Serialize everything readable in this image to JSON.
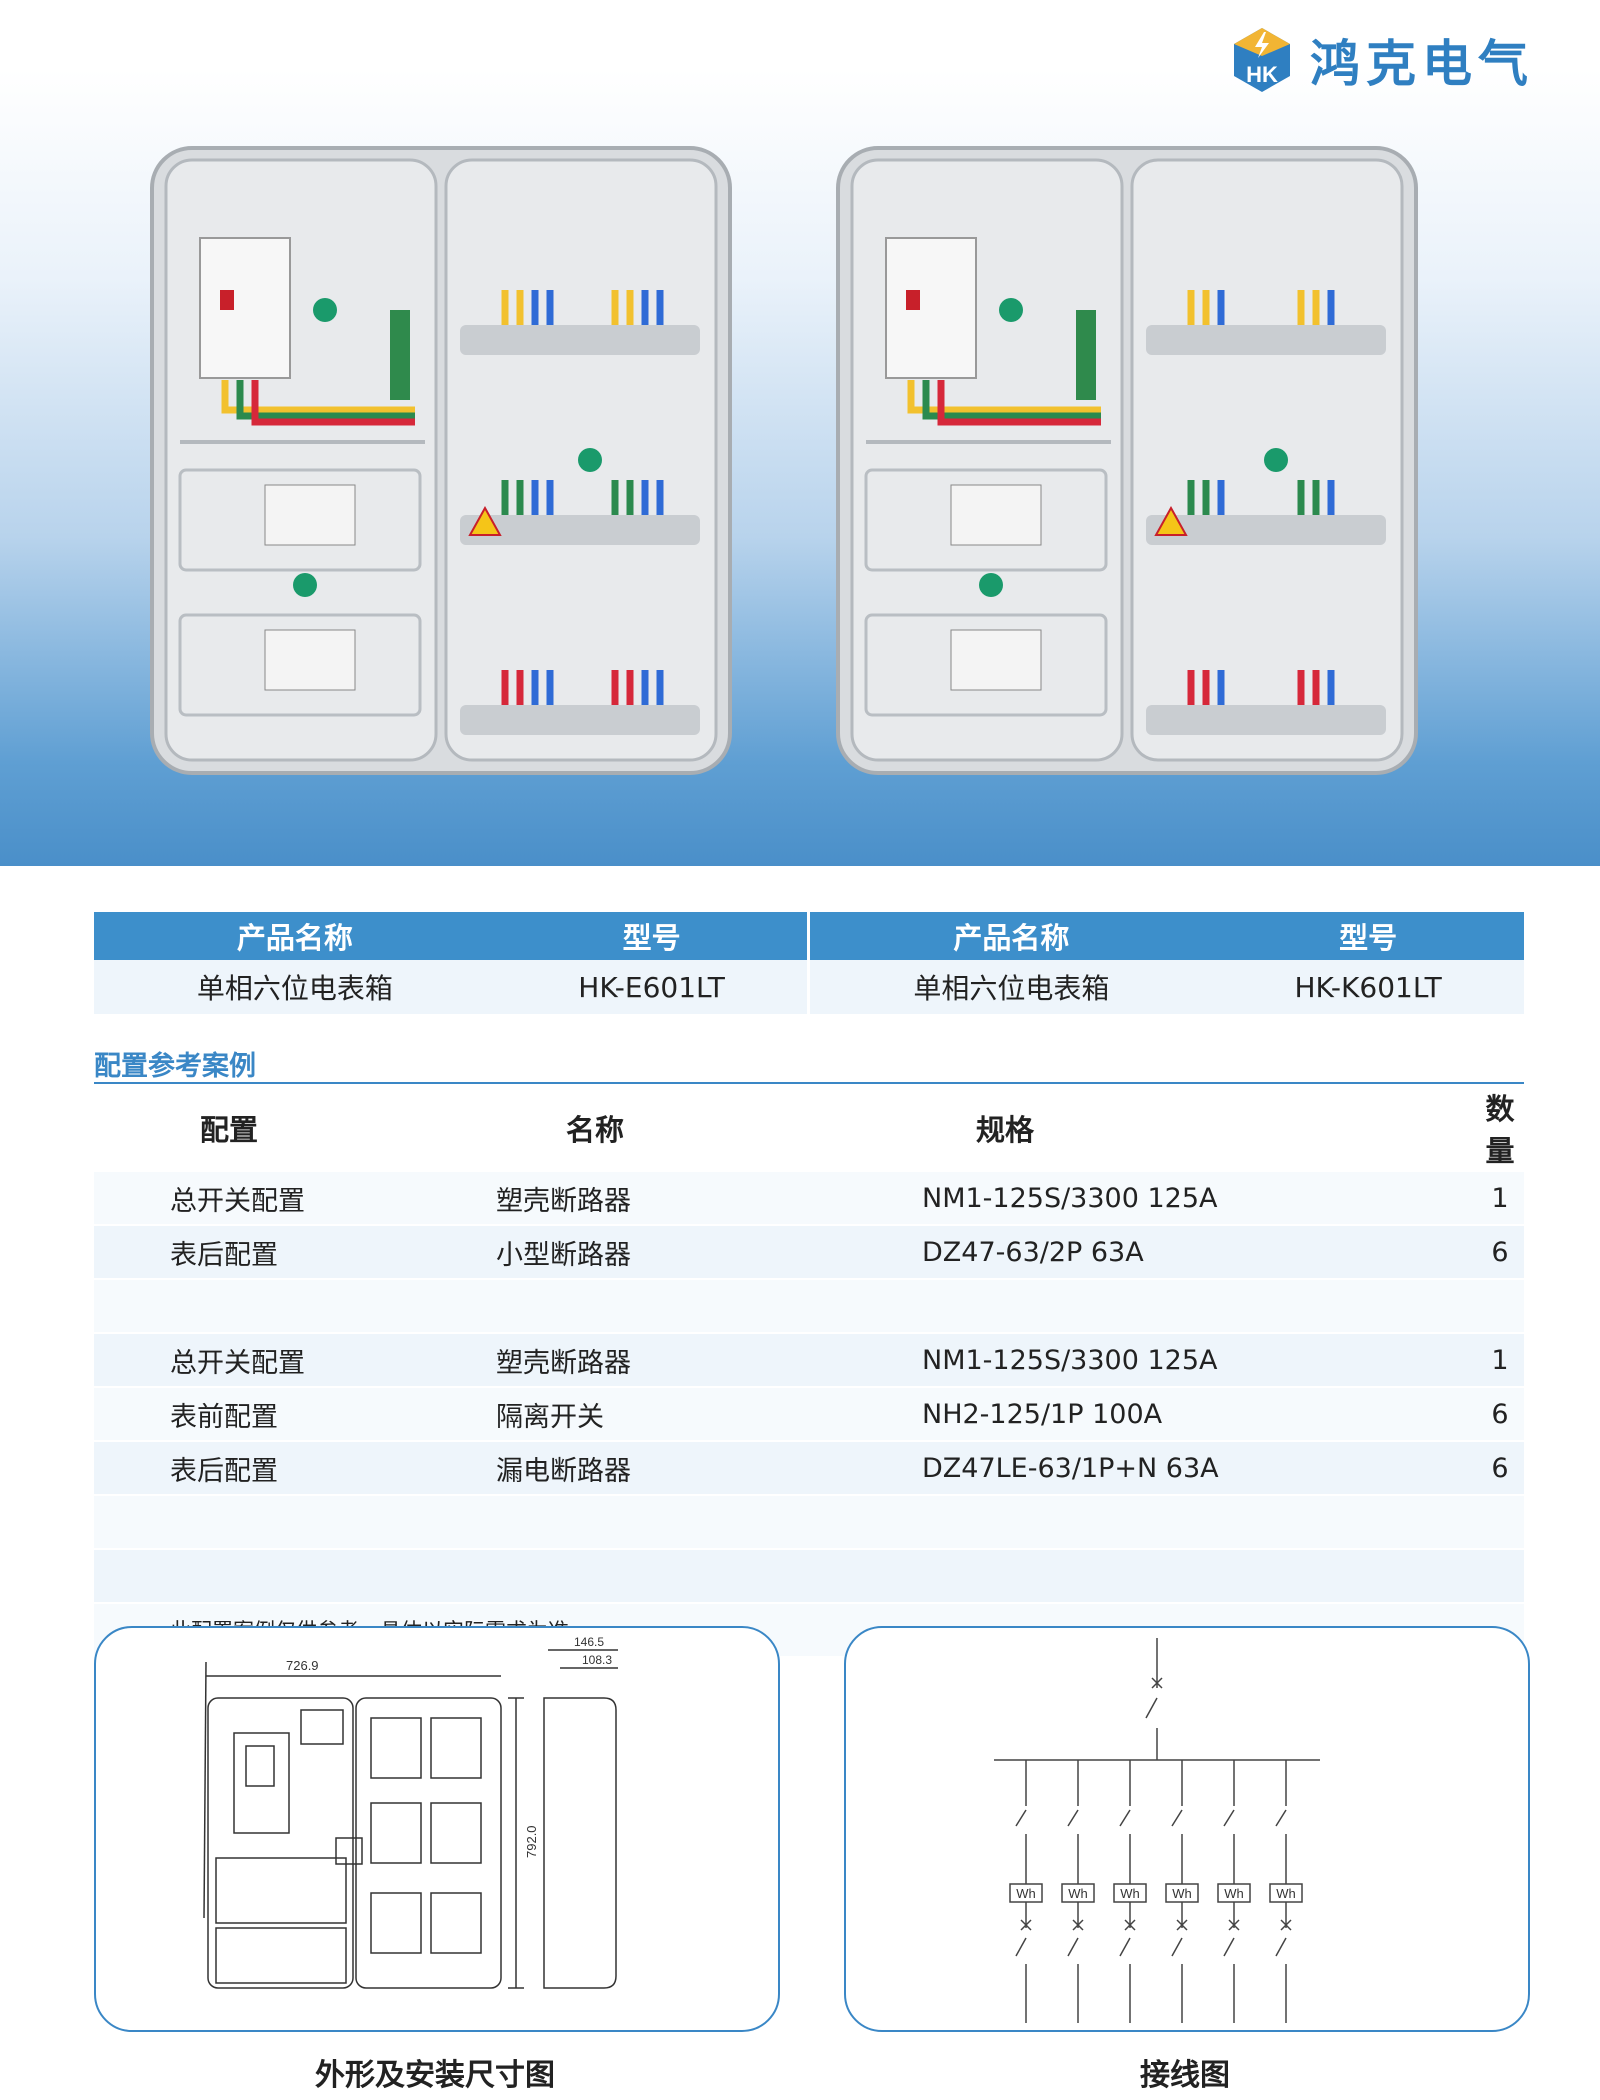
{
  "brand": {
    "name": "鸿克电气",
    "mark_text": "HK",
    "color": "#2f7fc1"
  },
  "product_table": {
    "headers": [
      "产品名称",
      "型号",
      "产品名称",
      "型号"
    ],
    "row": [
      "单相六位电表箱",
      "HK-E601LT",
      "单相六位电表箱",
      "HK-K601LT"
    ],
    "header_color": "#3d8fcb"
  },
  "config": {
    "title": "配置参考案例",
    "headers": [
      "配置",
      "名称",
      "规格",
      "数量"
    ],
    "rows": [
      [
        "总开关配置",
        "塑壳断路器",
        "NM1-125S/3300 125A",
        "1"
      ],
      [
        "表后配置",
        "小型断路器",
        "DZ47-63/2P 63A",
        "6"
      ],
      [
        "",
        "",
        "",
        ""
      ],
      [
        "总开关配置",
        "塑壳断路器",
        "NM1-125S/3300 125A",
        "1"
      ],
      [
        "表前配置",
        "隔离开关",
        "NH2-125/1P 100A",
        "6"
      ],
      [
        "表后配置",
        "漏电断路器",
        "DZ47LE-63/1P+N 63A",
        "6"
      ],
      [
        "",
        "",
        "",
        ""
      ],
      [
        "",
        "",
        "",
        ""
      ]
    ],
    "note": "此配置案例仅供参考，具体以实际需求为准。"
  },
  "dimension_drawing": {
    "caption": "外形及安装尺寸图",
    "width": "726.9",
    "height": "792.0",
    "depth_outer": "146.5",
    "depth_inner": "108.3"
  },
  "wiring_diagram": {
    "caption": "接线图",
    "meter_label": "Wh",
    "meter_count": 6
  }
}
